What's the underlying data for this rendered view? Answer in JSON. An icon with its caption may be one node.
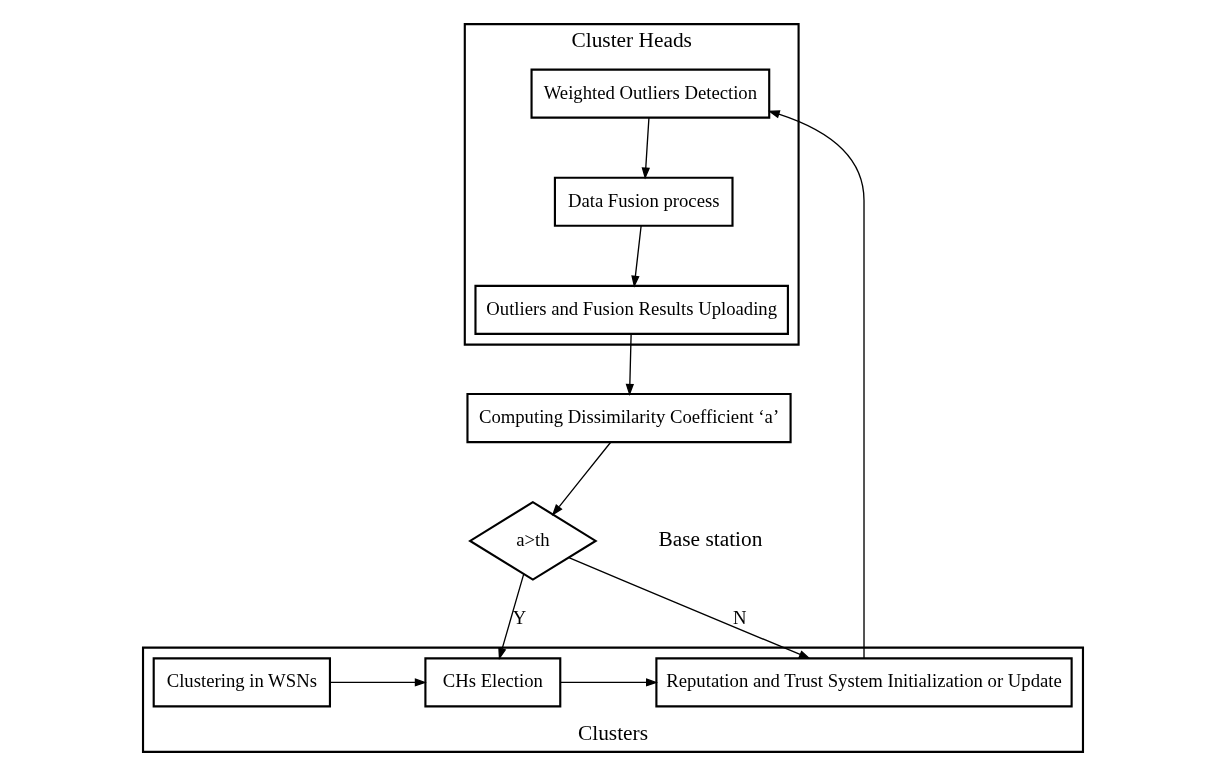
{
  "diagram": {
    "nodes": [
      {
        "text": [
          "Clusters"
        ]
      },
      {
        "text": [
          "Clustering in WSNs"
        ],
        "in": 0
      },
      {
        "text": [
          "CHs Election"
        ],
        "in": 0
      },
      {
        "text": [
          "Reputation and Trust System Initialization or Update"
        ],
        "in": 0
      },
      {
        "text": [
          "Cluster Heads"
        ]
      },
      {
        "text": [
          "Outliers and Fusion Results Uploading"
        ],
        "in": 4
      },
      {
        "text": [
          "Data Fusion process"
        ],
        "in": 4
      },
      {
        "text": [
          "Weighted Outliers Detection"
        ],
        "in": 4
      },
      {
        "text": [
          "Computing Dissimilarity Coefficient ‘a’"
        ]
      },
      {
        "text": [
          "a>th"
        ]
      }
    ],
    "edges": [
      {
        "from": 1,
        "to": 2,
        "arrow": "to"
      },
      {
        "from": 2,
        "to": 3,
        "arrow": "to"
      },
      {
        "from": 3,
        "to": 7,
        "arrow": "to"
      },
      {
        "from": 7,
        "to": 6,
        "arrow": "to"
      },
      {
        "from": 6,
        "to": 5,
        "arrow": "to"
      },
      {
        "from": 5,
        "to": 8,
        "arrow": "to"
      },
      {
        "from": 8,
        "to": 9,
        "arrow": "to"
      },
      {
        "from": 9,
        "to": 2,
        "arrow": "to",
        "label": "Y"
      },
      {
        "from": 9,
        "to": 3,
        "arrow": "to",
        "label": "N"
      }
    ],
    "labels": [
      "Base station"
    ]
  }
}
